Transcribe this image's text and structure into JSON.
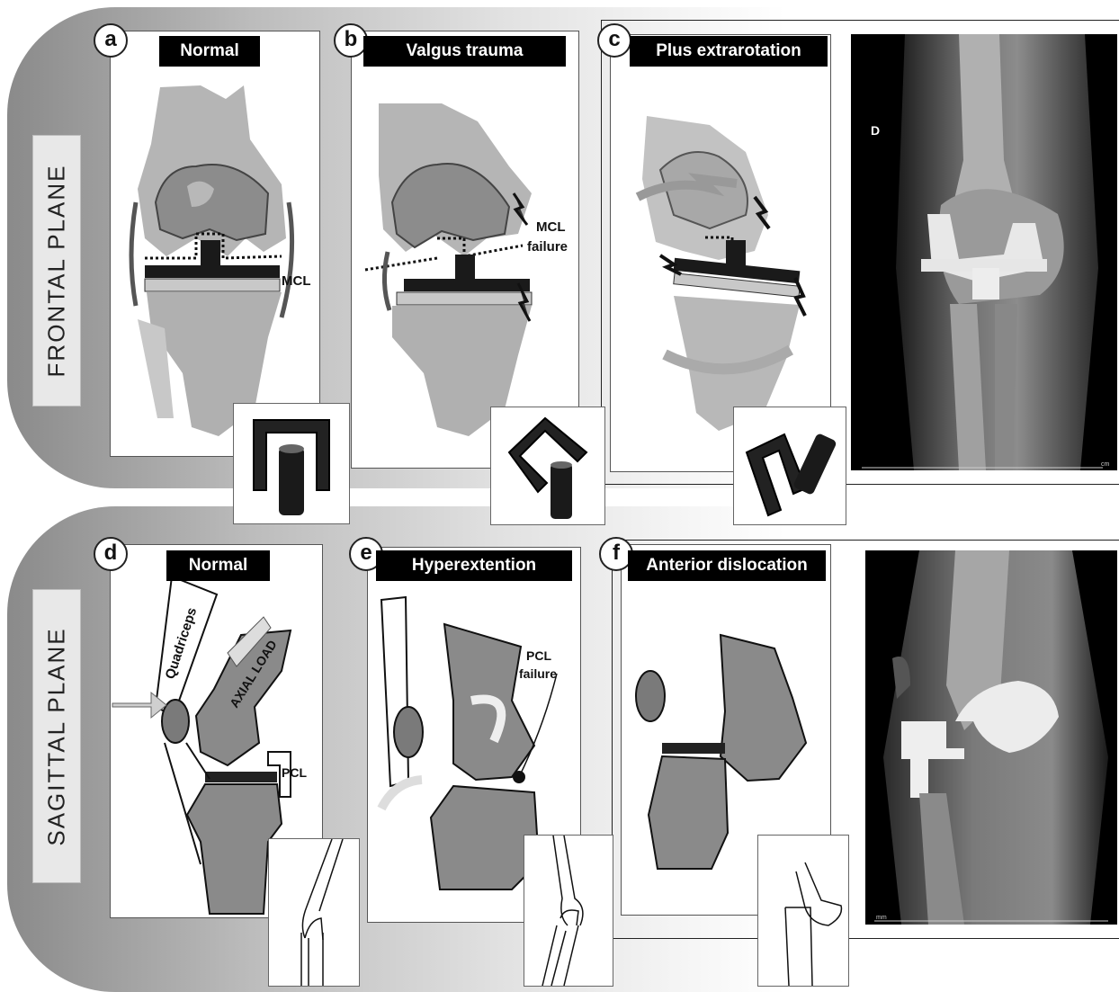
{
  "planes": {
    "frontal": "FRONTAL  PLANE",
    "sagittal": "SAGITTAL  PLANE"
  },
  "panels": [
    {
      "letter": "a",
      "title": "Normal"
    },
    {
      "letter": "b",
      "title": "Valgus trauma"
    },
    {
      "letter": "c",
      "title": "Plus extrarotation"
    },
    {
      "letter": "d",
      "title": "Normal"
    },
    {
      "letter": "e",
      "title": "Hyperextention"
    },
    {
      "letter": "f",
      "title": "Anterior dislocation"
    }
  ],
  "annotations": {
    "mcl": "MCL",
    "mcl_failure_line1": "MCL",
    "mcl_failure_line2": "failure",
    "quadriceps": "Quadriceps",
    "axial_load": "AXIAL LOAD",
    "pcl": "PCL",
    "pcl_failure_line1": "PCL",
    "pcl_failure_line2": "failure"
  },
  "xray": {
    "side_marker": "D",
    "scale_unit_top": "cm",
    "scale_unit_bottom": "mm"
  },
  "colors": {
    "bone": "#9a9a9a",
    "bone_light": "#c4c4c4",
    "implant": "#1a1a1a",
    "title_bg": "#000000"
  }
}
